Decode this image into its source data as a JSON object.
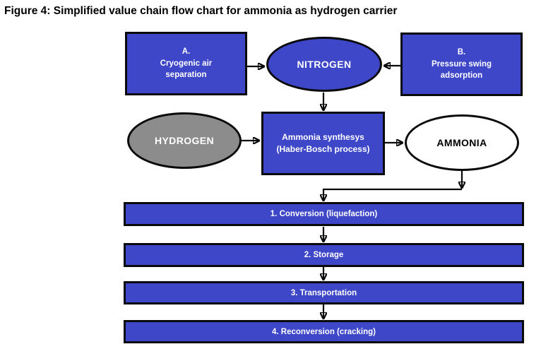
{
  "figure": {
    "title": "Figure 4: Simplified value chain flow chart for ammonia as hydrogen carrier"
  },
  "colors": {
    "node_blue": "#3d47c8",
    "hydrogen_gray": "#8c8c8c",
    "ammonia_white": "#ffffff",
    "border_black": "#0a0a0a",
    "text_white": "#ffffff",
    "text_black": "#000000"
  },
  "nodes": {
    "cryogenic_box": {
      "label": "A.\nCryogenic air\nseparation"
    },
    "psa_box": {
      "label": "B.\nPressure swing\nadsorption"
    },
    "nitrogen_ellipse": {
      "label": "NITROGEN"
    },
    "hydrogen_ellipse": {
      "label": "HYDROGEN"
    },
    "synthesis_box": {
      "label": "Ammonia synthesys\n(Haber-Bosch process)"
    },
    "ammonia_ellipse": {
      "label": "AMMONIA"
    }
  },
  "chain_steps": [
    {
      "label": "1. Conversion (liquefaction)"
    },
    {
      "label": "2. Storage"
    },
    {
      "label": "3. Transportation"
    },
    {
      "label": "4. Reconversion (cracking)"
    }
  ]
}
